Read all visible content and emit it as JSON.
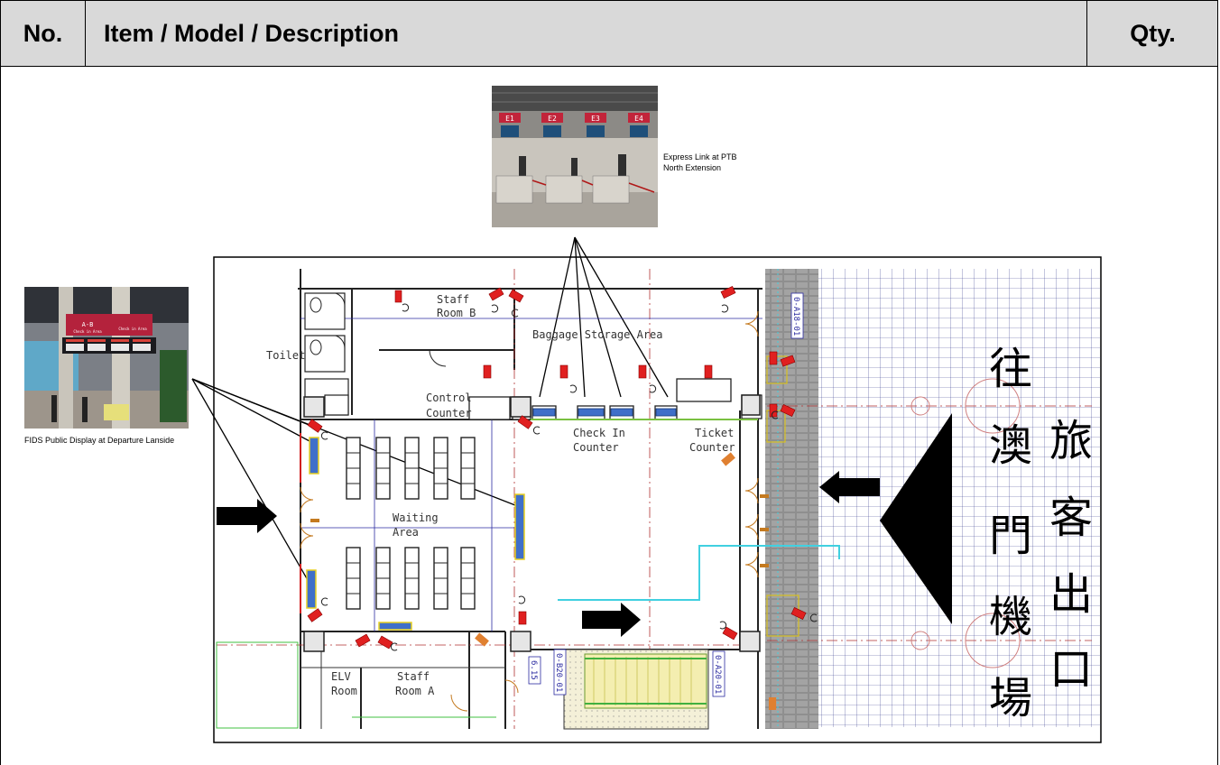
{
  "table": {
    "headers": {
      "no": "No.",
      "item": "Item / Model / Description",
      "qty": "Qty."
    }
  },
  "photos": {
    "express_caption_line1": "Express Link at PTB",
    "express_caption_line2": "North Extension",
    "express_signs": [
      "E1",
      "E2",
      "E3",
      "E4"
    ],
    "fids_caption": "FIDS Public Display at Departure Lanside",
    "fids_sign_left": "A-B",
    "fids_sign_left_sub": "Check in Area",
    "fids_sign_right": "Check in Area"
  },
  "floorplan": {
    "rooms": {
      "toilet": "Toilet",
      "staff_room_b_1": "Staff",
      "staff_room_b_2": "Room B",
      "baggage": "Baggage Storage Area",
      "control_1": "Control",
      "control_2": "Counter",
      "checkin_1": "Check In",
      "checkin_2": "Counter",
      "ticket_1": "Ticket",
      "ticket_2": "Counter",
      "waiting_1": "Waiting",
      "waiting_2": "Area",
      "elv_1": "ELV",
      "elv_2": "Room",
      "staff_room_a_1": "Staff",
      "staff_room_a_2": "Room A"
    },
    "grid_tags": [
      "0-A18-01",
      "0-B20-01",
      "0-A20-01",
      "6.15"
    ],
    "signage_cn_col1": [
      "往",
      "澳",
      "門",
      "機",
      "場"
    ],
    "signage_cn_col2": [
      "旅",
      "客",
      "出",
      "口"
    ]
  },
  "colors": {
    "header_bg": "#d9d9d9",
    "camera": "#e02020",
    "display": "#3f6fc9",
    "arrow": "#000000",
    "cyan_line": "#40d0e0"
  }
}
